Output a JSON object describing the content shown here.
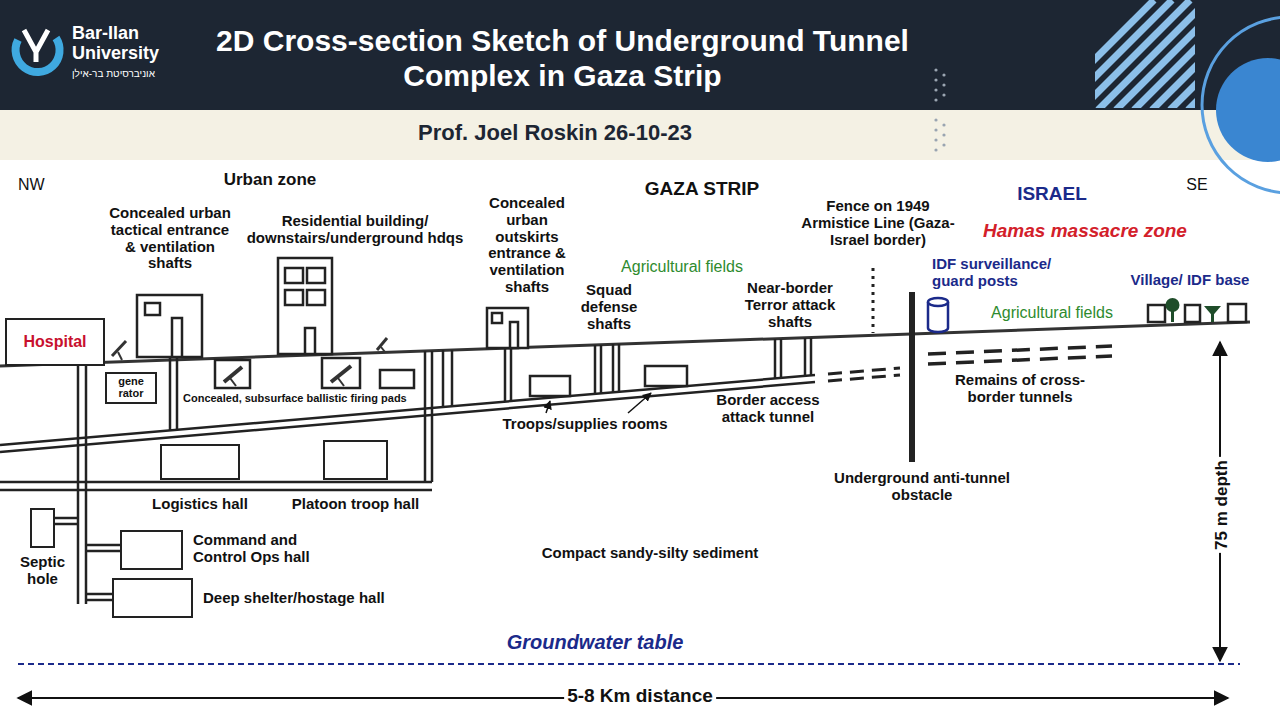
{
  "diagram": {
    "title": "2D Cross-section Sketch of Underground Tunnel Complex in Gaza Strip",
    "nodes": [
      {
        "text": [
          "Hospital"
        ]
      },
      {
        "text": [
          "gene rator"
        ]
      },
      {
        "text": [
          "Logistics hall"
        ]
      },
      {
        "text": [
          "Platoon troop hall"
        ]
      },
      {
        "text": [
          "Septic hole"
        ]
      },
      {
        "text": [
          "Command and Control Ops hall"
        ]
      },
      {
        "text": [
          "Deep shelter/hostage hall"
        ]
      }
    ],
    "labels": [
      "Bar-Ilan University",
      "אוניברסיטת בר-אילן",
      "Prof. Joel Roskin 26-10-23",
      "NW",
      "Urban zone",
      "Concealed urban tactical entrance & ventilation shafts",
      "Residential building/ downstairs/underground hdqs",
      "Concealed urban outskirts entrance & ventilation shafts",
      "GAZA STRIP",
      "Agricultural fields",
      "Squad defense shafts",
      "Near-border Terror attack shafts",
      "Fence on 1949 Armistice Line (Gaza-Israel border)",
      "ISRAEL",
      "SE",
      "Hamas massacre zone",
      "IDF surveillance/ guard posts",
      "Village/ IDF base",
      "Agricultural fields",
      "Concealed, subsurface ballistic firing pads",
      "Troops/supplies rooms",
      "Border access attack tunnel",
      "Remains of cross-border tunnels",
      "Underground anti-tunnel obstacle",
      "Compact sandy-silty sediment",
      "75 m depth",
      "Groundwater table",
      "5-8 Km distance"
    ]
  }
}
